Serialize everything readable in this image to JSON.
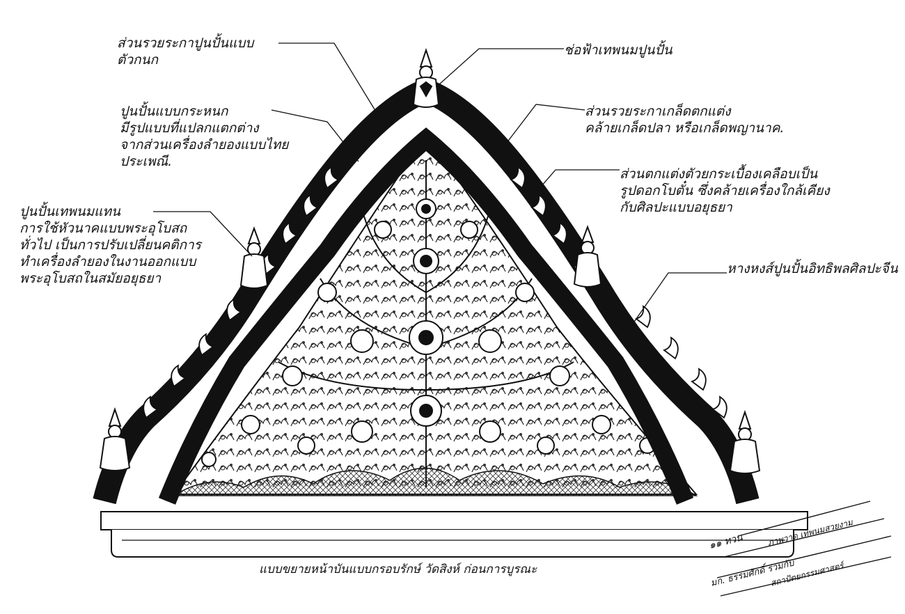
{
  "labels": {
    "top_left": [
      "ส่วนรวยระกาปูนปั้นแบบ",
      "ตัวกนก"
    ],
    "top_center": [
      "ช่อฟ้าเทพนมปูนปั้น"
    ],
    "left_middle": [
      "ปูนปั้นแบบกระหนก",
      "มีรูปแบบที่แปลกแตกต่าง",
      "จากส่วนเครื่องลำยองแบบไทย",
      "ประเพณี."
    ],
    "right_upper": [
      "ส่วนรวยระกาเกล็ดตกแต่ง",
      "คล้ายเกล็ดปลา หรือเกล็ดพญานาค."
    ],
    "right_middle": [
      "ส่วนตกแต่งตัวยกระเบื้องเคลือบเป็น",
      "รูปดอกโบตั๋น ซึ่งคล้ายเครื่องใกล้เคียง",
      "กับศิลปะแบบอยุธยา"
    ],
    "left_lower": [
      "ปูนปั้นเทพนมแทน",
      "การใช้หัวนาคแบบพระอุโบสถ",
      "ทั่วไป เป็นการปรับเปลี่ยนคติการ",
      "ทำเครื่องลำยองในงานออกแบบ",
      "พระอุโบสถในสมัยอยุธยา"
    ],
    "right_lower": [
      "หางหงส์ปูนปั้นอิทธิพลศิลปะจีน"
    ]
  },
  "caption": "แบบขยายหน้าบันแบบกรอบรักษ์ วัดสิงห์ ก่อนการบูรณะ",
  "signature": {
    "lines": [
      "๑๑ ทวน",
      "ภาพวาด เทพนมสวยงาม",
      "มก. ธรรมศักดิ์ ร่วมกับ",
      "สถาปัตยกรรมศาสตร์"
    ]
  },
  "colors": {
    "ink": "#111111",
    "paper": "#ffffff"
  }
}
